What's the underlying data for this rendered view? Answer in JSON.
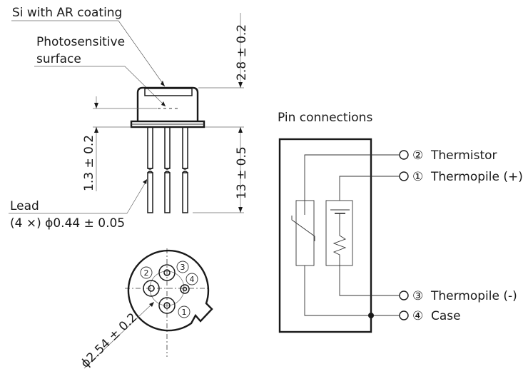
{
  "labels": {
    "ar_coating": "Si with AR coating",
    "photosensitive_line1": "Photosensitive",
    "photosensitive_line2": "surface",
    "lead_line1": "Lead",
    "lead_line2": "(4 ×) ϕ0.44 ± 0.05"
  },
  "dimensions": {
    "cap_height": "2.8 ± 0.2",
    "surface_depth": "1.3 ± 0.2",
    "lead_length": "13 ± 0.5",
    "pin_circle": "ϕ2.54 ± 0.2"
  },
  "bottom_view": {
    "pins": [
      "1",
      "2",
      "3",
      "4"
    ]
  },
  "pin_connections": {
    "title": "Pin connections",
    "pins": [
      {
        "number": "②",
        "label": "Thermistor"
      },
      {
        "number": "①",
        "label": "Thermopile (+)"
      },
      {
        "number": "③",
        "label": "Thermopile (-)"
      },
      {
        "number": "④",
        "label": "Case"
      }
    ]
  }
}
